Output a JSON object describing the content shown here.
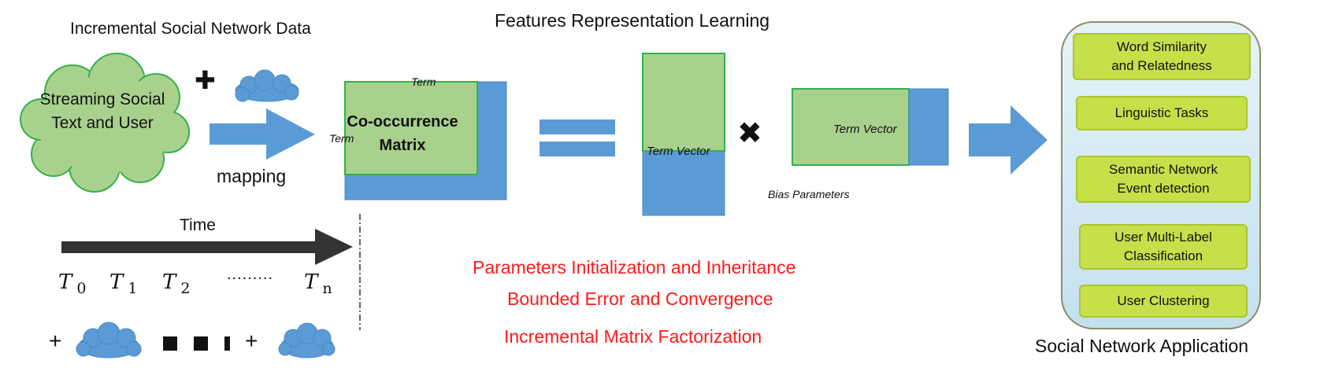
{
  "titles": {
    "incremental_data": "Incremental Social Network Data",
    "feature_learning": "Features Representation Learning",
    "application": "Social Network Application"
  },
  "input": {
    "cloud_line1": "Streaming Social",
    "cloud_line2": "Text and User",
    "plus_glyph": "✚",
    "mapping_label": "mapping"
  },
  "matrix": {
    "term_top": "Term",
    "term_left": "Term",
    "label_line1": "Co-occurrence",
    "label_line2": "Matrix"
  },
  "factors": {
    "left_vector": "Term Vector",
    "times_glyph": "✖",
    "right_vector": "Term Vector",
    "bias": "Bias Parameters"
  },
  "timeline": {
    "label": "Time",
    "t0": "T",
    "t0_sub": "0",
    "t1": "T",
    "t1_sub": "1",
    "t2": "T",
    "t2_sub": "2",
    "dots": ".........",
    "tn": "T",
    "tn_sub": "n",
    "plus1": "+",
    "plus2": "+"
  },
  "methods": [
    "Parameters Initialization and Inheritance",
    "Bounded Error and Convergence",
    "Incremental Matrix  Factorization"
  ],
  "applications": [
    {
      "line1": "Word Similarity",
      "line2": "and Relatedness"
    },
    {
      "line1": "Linguistic Tasks",
      "line2": ""
    },
    {
      "line1": "Semantic Network",
      "line2": "Event detection"
    },
    {
      "line1": "User Multi-Label",
      "line2": "Classification"
    },
    {
      "line1": "User Clustering",
      "line2": ""
    }
  ],
  "colors": {
    "green_fill": "#a9d18e",
    "green_border": "#33b14a",
    "blue_fill": "#5b9bd5",
    "app_fill": "#c6e04a",
    "red_text": "#ff1a1a",
    "panel_fill": "#dbeef7"
  }
}
